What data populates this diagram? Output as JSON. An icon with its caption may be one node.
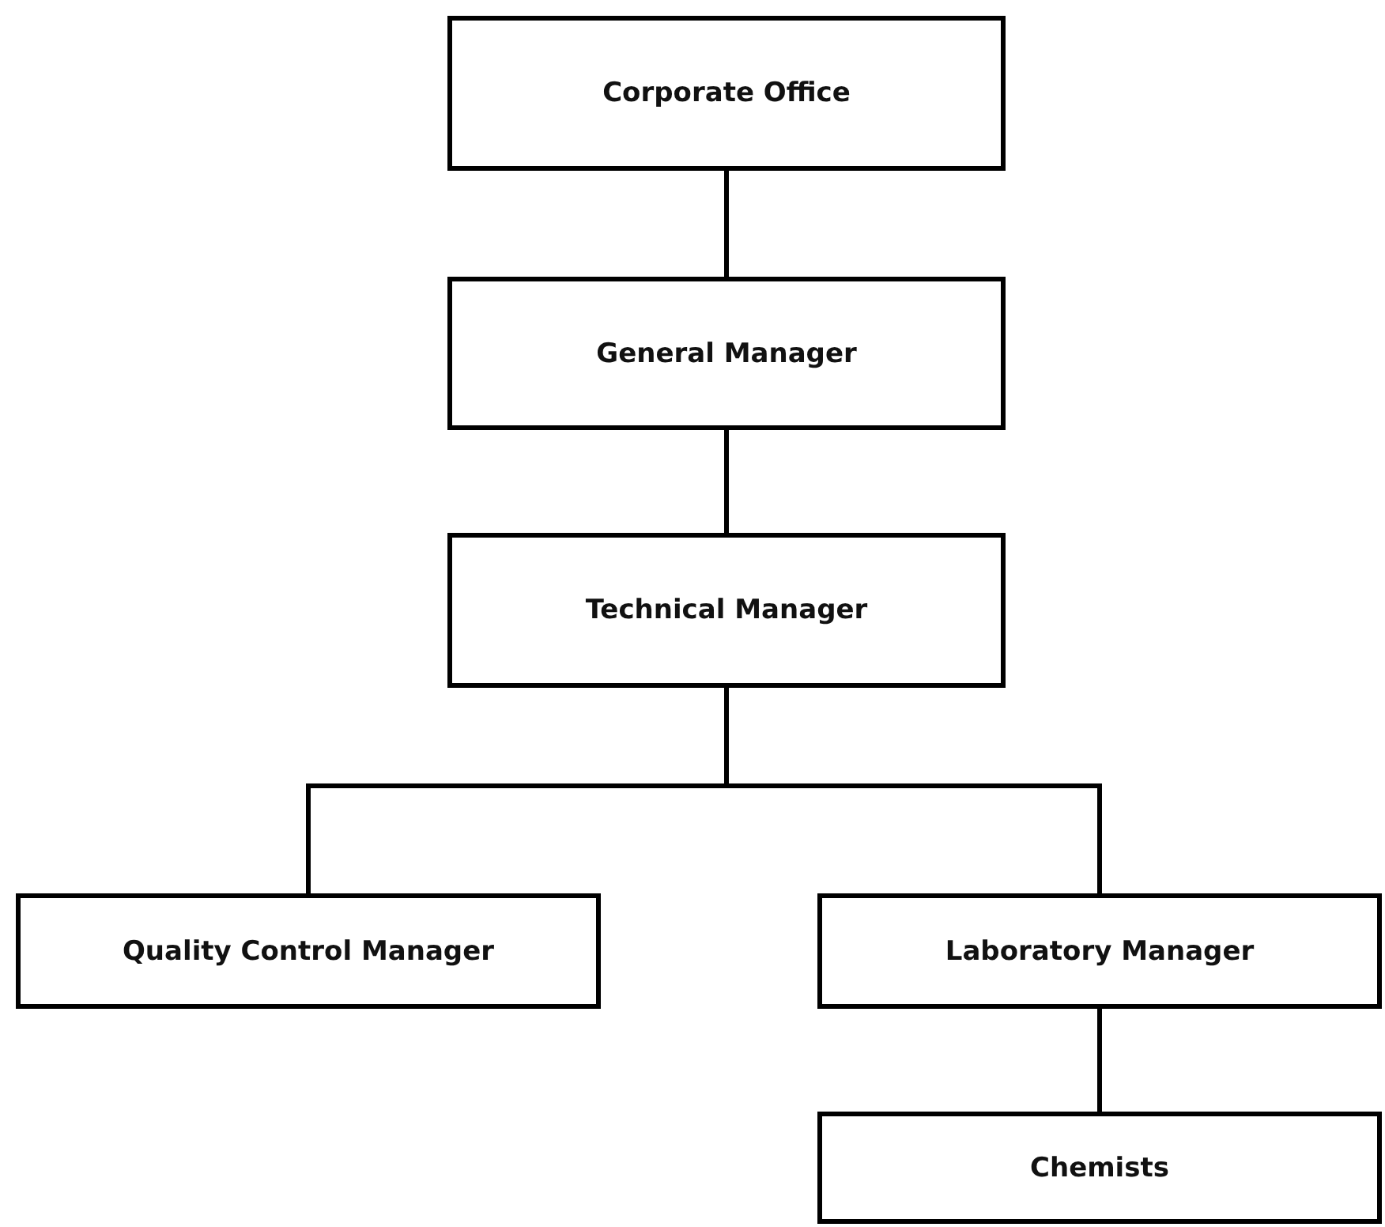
{
  "diagram": {
    "nodes": [
      {
        "text": [
          "Corporate Office"
        ]
      },
      {
        "text": [
          "General Manager"
        ]
      },
      {
        "text": [
          "Technical Manager"
        ]
      },
      {
        "text": [
          "Quality Control Manager"
        ]
      },
      {
        "text": [
          "Laboratory Manager"
        ]
      },
      {
        "text": [
          "Chemists"
        ]
      }
    ],
    "edges": [
      {
        "from": 0,
        "to": 1,
        "arrow": "none"
      },
      {
        "from": 1,
        "to": 2,
        "arrow": "none"
      },
      {
        "from": 2,
        "to": 3,
        "arrow": "none"
      },
      {
        "from": 2,
        "to": 4,
        "arrow": "none"
      },
      {
        "from": 4,
        "to": 5,
        "arrow": "none"
      }
    ]
  }
}
